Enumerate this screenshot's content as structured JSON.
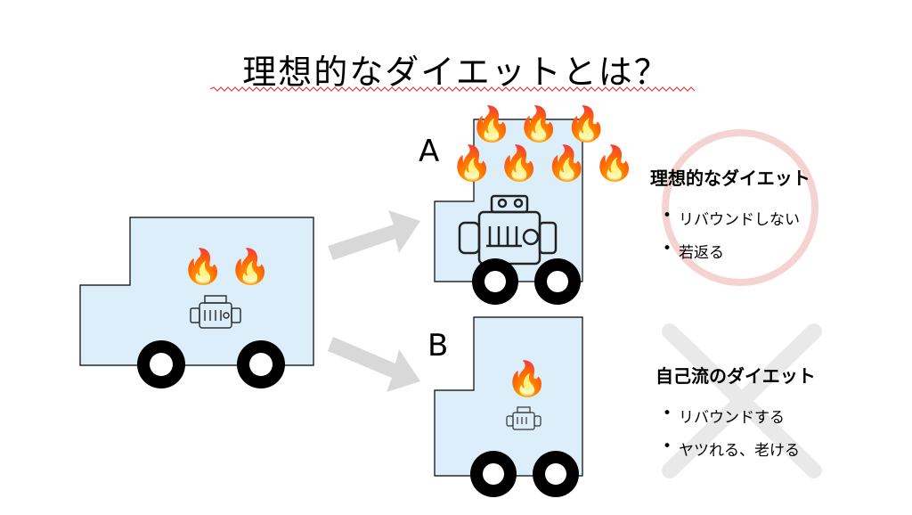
{
  "title": "理想的なダイエットとは？",
  "options": {
    "a_label": "A",
    "b_label": "B"
  },
  "ideal": {
    "heading": "理想的なダイエット",
    "bullets": [
      "リバウンドしない",
      "若返る"
    ],
    "mark": "circle-icon"
  },
  "self": {
    "heading": "自己流のダイエット",
    "bullets": [
      "リバウンドする",
      "ヤツれる、老ける"
    ],
    "mark": "cross-icon"
  },
  "flames": {
    "original": 2,
    "a": 7,
    "b": 1
  },
  "colors": {
    "truck_fill": "#dbeefa",
    "truck_stroke": "#000000",
    "arrow": "#d8d8d8",
    "circle_mark": "#f6d3d3",
    "cross_mark": "#e9e9e9",
    "underline": "#e04040"
  }
}
